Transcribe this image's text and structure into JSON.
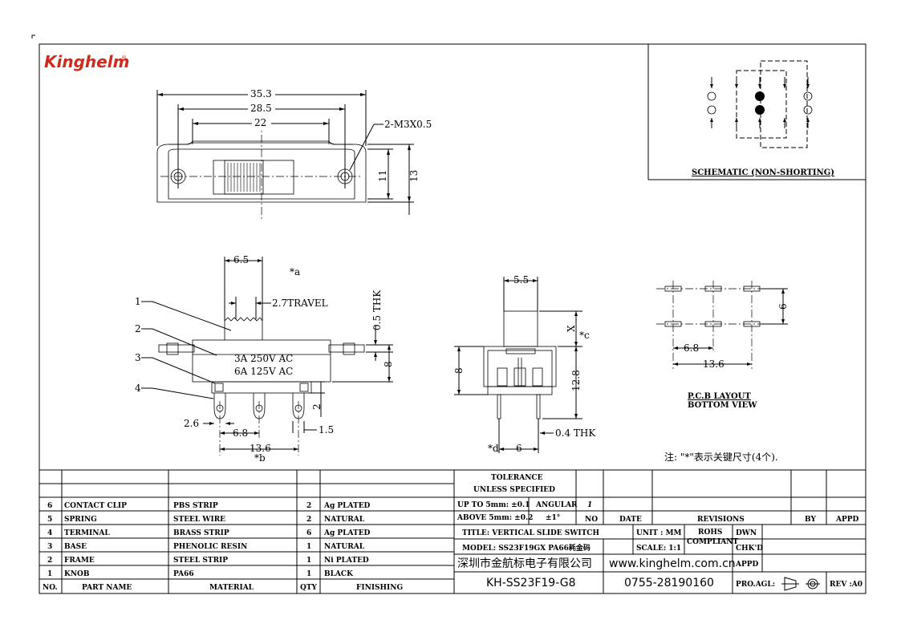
{
  "brand": {
    "logo_text": "Kinghelm",
    "logo_mark": "®"
  },
  "top_view": {
    "dims": [
      "35.3",
      "28.5",
      "22",
      "2-M3X0.5",
      "11",
      "13"
    ]
  },
  "schematic": {
    "label": "SCHEMATIC (NON-SHORTING)"
  },
  "side_view": {
    "dims": [
      "6.5",
      "*a",
      "2.7TRAVEL",
      "0.5 THK",
      "8",
      "2.6",
      "6.8",
      "13.6",
      "*b",
      "2",
      "1.5"
    ],
    "rating_line1": "3A  250V  AC",
    "rating_line2": "6A  125V  AC",
    "callouts": [
      "1",
      "2",
      "3",
      "4"
    ]
  },
  "end_view": {
    "dims": [
      "5.5",
      "X",
      "*c",
      "8",
      "12.8",
      "*d",
      "6",
      "0.4  THK"
    ]
  },
  "pcb_layout": {
    "dims": [
      "6.8",
      "13.6",
      "6"
    ],
    "label1": "P.C.B  LAYOUT",
    "label2": "BOTTOM  VIEW"
  },
  "note": "注: \"*\"表示关键尺寸(4个).",
  "tolerance": {
    "title1": "TOLERANCE",
    "title2": "UNLESS  SPECIFIED",
    "row1_label": "UP TO 5mm: ±0.1",
    "row2_label": "ABOVE 5mm: ±0.2",
    "angular_label": "ANGULAR",
    "angular_value": "±1°"
  },
  "revisions": {
    "rev_mark": "1",
    "headers": [
      "NO",
      "DATE",
      "REVISIONS",
      "BY",
      "APPD"
    ]
  },
  "bom": {
    "headers": [
      "NO.",
      "PART      NAME",
      "MATERIAL",
      "QTY",
      "FINISHING"
    ],
    "rows": [
      {
        "no": "6",
        "part": "CONTACT  CLIP",
        "material": "PBS  STRIP",
        "qty": "2",
        "finish": "Ag  PLATED"
      },
      {
        "no": "5",
        "part": "SPRING",
        "material": "STEEL  WIRE",
        "qty": "2",
        "finish": "NATURAL"
      },
      {
        "no": "4",
        "part": "TERMINAL",
        "material": "BRASS  STRIP",
        "qty": "6",
        "finish": "Ag  PLATED"
      },
      {
        "no": "3",
        "part": "BASE",
        "material": "PHENOLIC  RESIN",
        "qty": "1",
        "finish": "NATURAL"
      },
      {
        "no": "2",
        "part": "FRAME",
        "material": "STEEL  STRIP",
        "qty": "1",
        "finish": "Ni  PLATED"
      },
      {
        "no": "1",
        "part": "KNOB",
        "material": "PA66",
        "qty": "1",
        "finish": "BLACK"
      }
    ]
  },
  "title_block": {
    "title": "TITLE: VERTICAL  SLIDE  SWITCH",
    "unit": "UNIT :  MM",
    "rohs1": "ROHS",
    "rohs2": "COMPLIANT",
    "dwn": "DWN",
    "model": "MODEL: SS23F19GX   PA66耗金码",
    "scale": "SCALE:  1:1",
    "chkd": "CHK'D",
    "company": "深圳市金航标电子有限公司",
    "website": "www.kinghelm.com.cn",
    "appd": "APPD",
    "part_no": "KH-SS23F19-G8",
    "phone": "0755-28190160",
    "proj": "PRO.AGL:",
    "rev": "REV :A0"
  }
}
